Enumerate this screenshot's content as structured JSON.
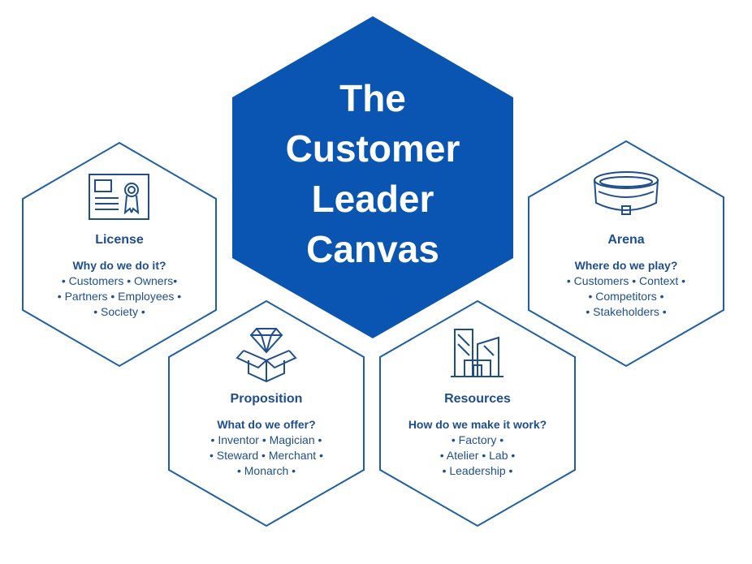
{
  "colors": {
    "primary": "#0a55b1",
    "outline": "#1f5fa8",
    "text": "#1f4e8c",
    "white": "#ffffff"
  },
  "center": {
    "title_lines": [
      "The",
      "Customer",
      "Leader",
      "Canvas"
    ]
  },
  "license": {
    "icon": "certificate-icon",
    "title": "License",
    "question": "Why do we do it?",
    "lines": [
      "• Customers • Owners•",
      "• Partners • Employees •",
      "• Society •"
    ]
  },
  "arena": {
    "icon": "stadium-icon",
    "title": "Arena",
    "question": "Where do we play?",
    "lines": [
      "• Customers • Context •",
      "• Competitors •",
      "• Stakeholders •"
    ]
  },
  "proposition": {
    "icon": "diamond-box-icon",
    "title": "Proposition",
    "question": "What do we offer?",
    "lines": [
      "• Inventor • Magician •",
      "• Steward • Merchant •",
      "• Monarch •"
    ]
  },
  "resources": {
    "icon": "buildings-icon",
    "title": "Resources",
    "question": "How do we make it work?",
    "lines": [
      "• Factory •",
      "• Atelier • Lab •",
      "• Leadership •"
    ]
  }
}
